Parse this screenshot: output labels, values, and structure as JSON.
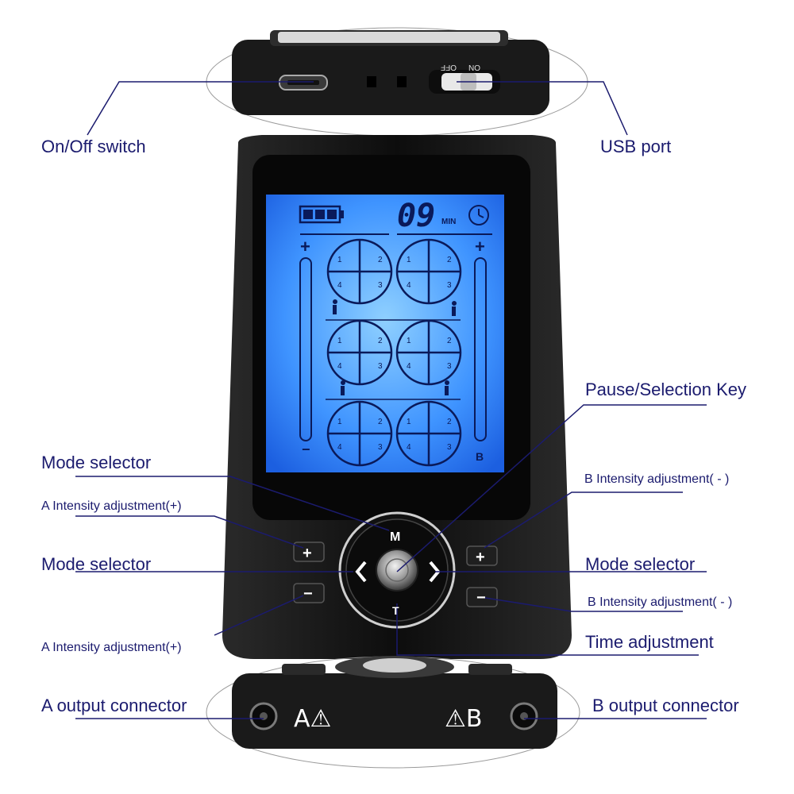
{
  "labels": {
    "on_off_switch": "On/Off switch",
    "usb_port": "USB port",
    "pause_selection_key": "Pause/Selection Key",
    "mode_selector_top": "Mode selector",
    "a_intensity_plus_top": "A Intensity adjustment(+)",
    "b_intensity_minus_top": "B Intensity adjustment( - )",
    "mode_selector_left": "Mode selector",
    "mode_selector_right": "Mode selector",
    "b_intensity_minus_bottom": "B Intensity adjustment( - )",
    "a_intensity_plus_bottom": "A Intensity adjustment(+)",
    "time_adjustment": "Time adjustment",
    "a_output_connector": "A output connector",
    "b_output_connector": "B output connector"
  },
  "device": {
    "top_switch_on": "ON",
    "top_switch_off": "OFF",
    "lcd_timer": "09",
    "lcd_timer_unit": "MIN",
    "lcd_plus_left": "+",
    "lcd_plus_right": "+",
    "lcd_minus_left": "−",
    "lcd_channel_b": "B",
    "button_plus": "+",
    "button_minus": "−",
    "button_m": "M",
    "button_t": "T",
    "connector_a": "A⚠",
    "connector_b": "⚠B",
    "dial_numbers": [
      "1",
      "2",
      "3",
      "4"
    ]
  },
  "colors": {
    "label_text": "#1b1b6e",
    "leader_line": "#1b1b6e",
    "lcd_background": "#3d8fff",
    "device_body": "#1a1a1a"
  }
}
